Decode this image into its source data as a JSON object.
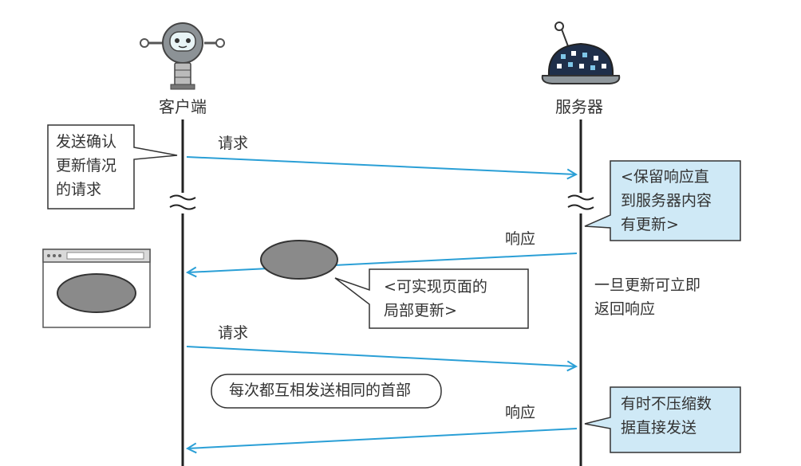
{
  "actors": {
    "client": "客户端",
    "server": "服务器"
  },
  "messages": {
    "request1": "请求",
    "response1": "响应",
    "request2": "请求",
    "response2": "响应"
  },
  "notes": {
    "client_note": [
      "发送确认",
      "更新情况",
      "的请求"
    ],
    "server_hold": [
      "<保留响应直",
      "到服务器内容",
      "有更新>"
    ],
    "partial_update": [
      "<可实现页面的",
      "局部更新>"
    ],
    "immediate_return": [
      "一旦更新可立即",
      "返回响应"
    ],
    "headers_note": "每次都互相发送相同的首部",
    "no_compress": [
      "有时不压缩数",
      "据直接发送"
    ]
  },
  "colors": {
    "arrow": "#2a9fd6",
    "lifeline": "#222222",
    "note_highlight": "#cfe9f6",
    "ellipse": "#8a8a8a"
  }
}
